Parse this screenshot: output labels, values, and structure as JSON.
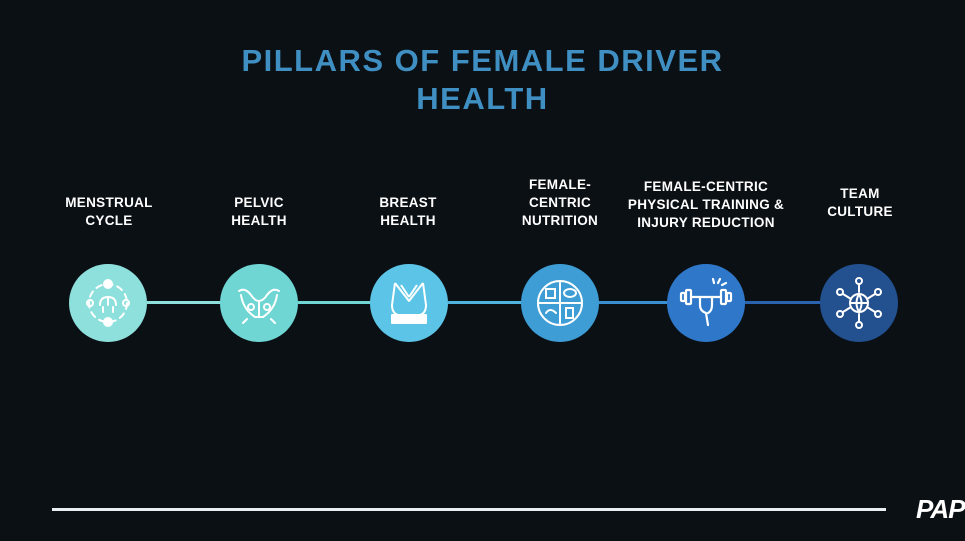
{
  "title": "PILLARS OF FEMALE DRIVER\nHEALTH",
  "logo_text": "PAP",
  "colors": {
    "background": "#0b1015",
    "title": "#3f8fc3",
    "footer_line": "#e9eef2"
  },
  "pillars": [
    {
      "label": "MENSTRUAL\nCYCLE",
      "icon": "menstrual-cycle-icon",
      "color": "#8ee0dc"
    },
    {
      "label": "PELVIC\nHEALTH",
      "icon": "pelvis-icon",
      "color": "#6fd6d4"
    },
    {
      "label": "BREAST\nHEALTH",
      "icon": "sports-bra-icon",
      "color": "#5cc4e6"
    },
    {
      "label": "FEMALE-\nCENTRIC\nNUTRITION",
      "icon": "nutrition-plate-icon",
      "color": "#3d9dd4"
    },
    {
      "label": "FEMALE-CENTRIC\nPHYSICAL TRAINING &\nINJURY REDUCTION",
      "icon": "dumbbell-icon",
      "color": "#2f78c9"
    },
    {
      "label": "TEAM\nCULTURE",
      "icon": "team-globe-icon",
      "color": "#23508f"
    }
  ]
}
